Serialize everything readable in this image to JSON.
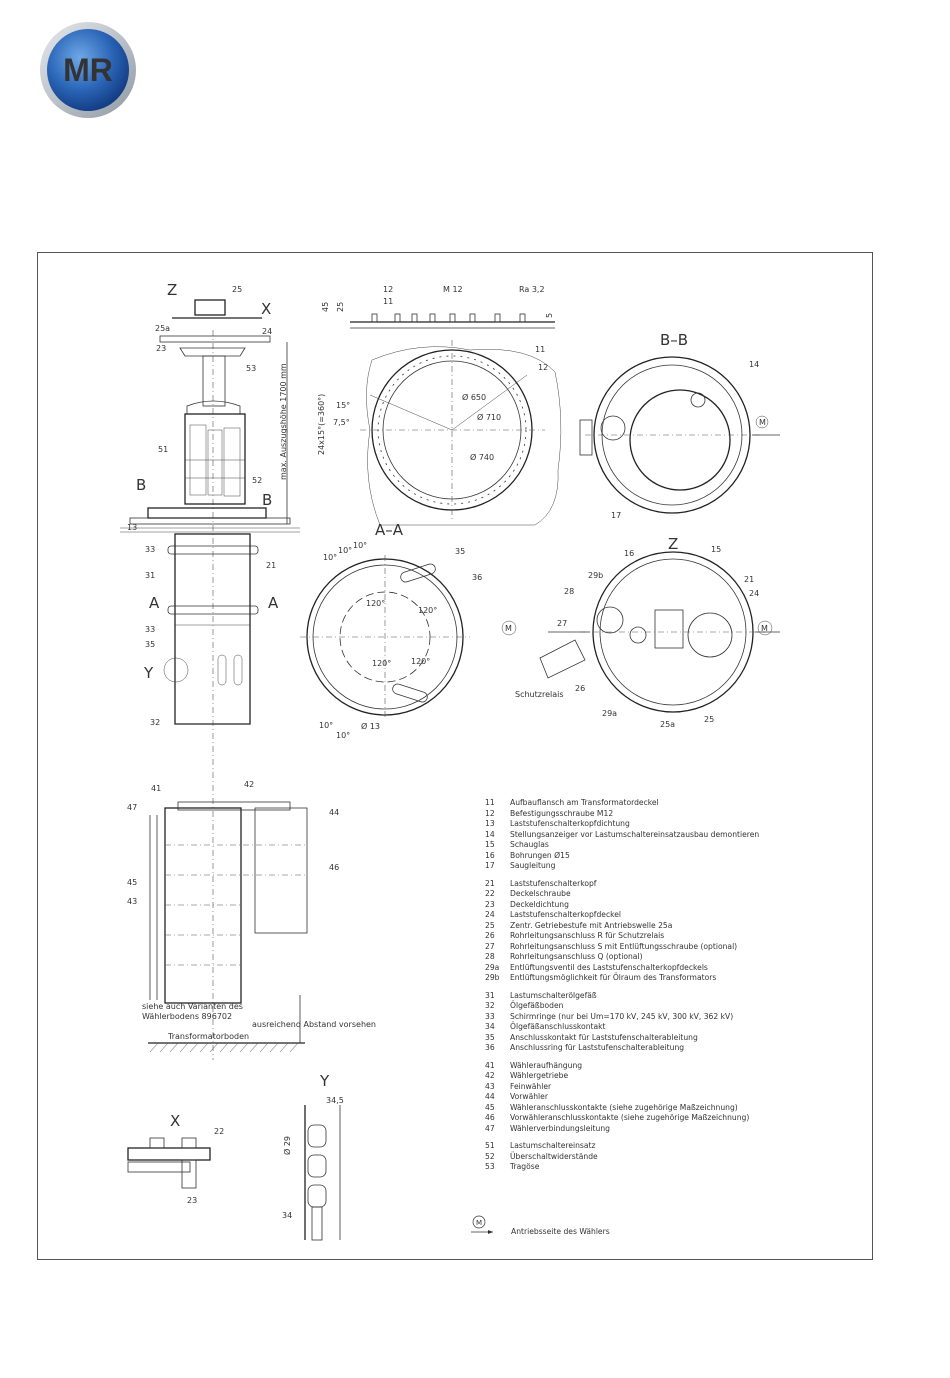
{
  "brand": {
    "logo_text": "MR",
    "colors": {
      "blue_dark": "#1a4c9c",
      "blue_light": "#4d8fd6",
      "ring": "#b9bfc6"
    }
  },
  "views": {
    "main_view_labels": {
      "z": "Z",
      "x": "X",
      "b": "B",
      "a": "A",
      "y": "Y"
    },
    "flange_top": {
      "m12": "M 12",
      "ra": "Ra 3,2",
      "d1": "45",
      "d2": "25",
      "d3": "5"
    },
    "flange_plan": {
      "d650": "Ø 650",
      "d710": "Ø 710",
      "d740": "Ø 740",
      "ang15": "15°",
      "ang75": "7,5°",
      "pitch": "24x15°(=360°)"
    },
    "section_bb": {
      "title": "B–B"
    },
    "section_aa": {
      "title": "A–A",
      "a120": "120°",
      "a10": "10°",
      "d13": "Ø 13"
    },
    "view_z": {
      "title": "Z",
      "schutzrelais": "Schutzrelais",
      "m": "M"
    },
    "height_label": "max. Auszugshöhe 1700 mm",
    "detail_x": {
      "title": "X"
    },
    "detail_y": {
      "title": "Y",
      "d29": "Ø 29",
      "w345": "34,5"
    },
    "notes": {
      "varianten": "siehe auch Varianten des",
      "boden": "Wählerbodens 896702",
      "abstand": "ausreichend Abstand vorsehen",
      "transformatorboden": "Transformatorboden"
    },
    "callouts": {
      "n11": "11",
      "n12": "12",
      "n13": "13",
      "n14": "14",
      "n15": "15",
      "n16": "16",
      "n17": "17",
      "n21": "21",
      "n22": "22",
      "n23": "23",
      "n24": "24",
      "n25": "25",
      "n25a": "25a",
      "n26": "26",
      "n27": "27",
      "n28": "28",
      "n29a": "29a",
      "n29b": "29b",
      "n31": "31",
      "n32": "32",
      "n33": "33",
      "n34": "34",
      "n35": "35",
      "n36": "36",
      "n41": "41",
      "n42": "42",
      "n43": "43",
      "n44": "44",
      "n45": "45",
      "n46": "46",
      "n47": "47",
      "n51": "51",
      "n52": "52",
      "n53": "53"
    }
  },
  "legend": [
    {
      "group": [
        {
          "num": "11",
          "text": "Aufbauflansch am Transformatordeckel"
        },
        {
          "num": "12",
          "text": "Befestigungsschraube M12"
        },
        {
          "num": "13",
          "text": "Laststufenschalterkopfdichtung"
        },
        {
          "num": "14",
          "text": "Stellungsanzeiger vor Lastumschaltereinsatzausbau demontieren"
        },
        {
          "num": "15",
          "text": "Schauglas"
        },
        {
          "num": "16",
          "text": "Bohrungen Ø15"
        },
        {
          "num": "17",
          "text": "Saugleitung"
        }
      ]
    },
    {
      "group": [
        {
          "num": "21",
          "text": "Laststufenschalterkopf"
        },
        {
          "num": "22",
          "text": "Deckelschraube"
        },
        {
          "num": "23",
          "text": "Deckeldichtung"
        },
        {
          "num": "24",
          "text": "Laststufenschalterkopfdeckel"
        },
        {
          "num": "25",
          "text": "Zentr. Getriebestufe mit Antriebswelle 25a"
        },
        {
          "num": "26",
          "text": "Rohrleitungsanschluss R für Schutzrelais"
        },
        {
          "num": "27",
          "text": "Rohrleitungsanschluss S mit Entlüftungsschraube (optional)"
        },
        {
          "num": "28",
          "text": "Rohrleitungsanschluss Q (optional)"
        },
        {
          "num": "29a",
          "text": "Entlüftungsventil des Laststufenschalterkopfdeckels"
        },
        {
          "num": "29b",
          "text": "Entlüftungsmöglichkeit für Ölraum des Transformators"
        }
      ]
    },
    {
      "group": [
        {
          "num": "31",
          "text": "Lastumschalterölgefäß"
        },
        {
          "num": "32",
          "text": "Ölgefäßboden"
        },
        {
          "num": "33",
          "text": "Schirmringe (nur bei Um=170 kV, 245 kV, 300 kV, 362 kV)"
        },
        {
          "num": "34",
          "text": "Ölgefäßanschlusskontakt"
        },
        {
          "num": "35",
          "text": "Anschlusskontakt für Laststufenschalterableitung"
        },
        {
          "num": "36",
          "text": "Anschlussring für Laststufenschalterableitung"
        }
      ]
    },
    {
      "group": [
        {
          "num": "41",
          "text": "Wähleraufhängung"
        },
        {
          "num": "42",
          "text": "Wählergetriebe"
        },
        {
          "num": "43",
          "text": "Feinwähler"
        },
        {
          "num": "44",
          "text": "Vorwähler"
        },
        {
          "num": "45",
          "text": "Wähleranschlusskontakte (siehe zugehörige Maßzeichnung)"
        },
        {
          "num": "46",
          "text": "Vorwähleranschlusskontakte (siehe zugehörige Maßzeichnung)"
        },
        {
          "num": "47",
          "text": "Wählerverbindungsleitung"
        }
      ]
    },
    {
      "group": [
        {
          "num": "51",
          "text": "Lastumschaltereinsatz"
        },
        {
          "num": "52",
          "text": "Überschaltwiderstände"
        },
        {
          "num": "53",
          "text": "Tragöse"
        }
      ]
    }
  ],
  "motor_key": {
    "symbol": "M",
    "text": "Antriebsseite des Wählers"
  }
}
